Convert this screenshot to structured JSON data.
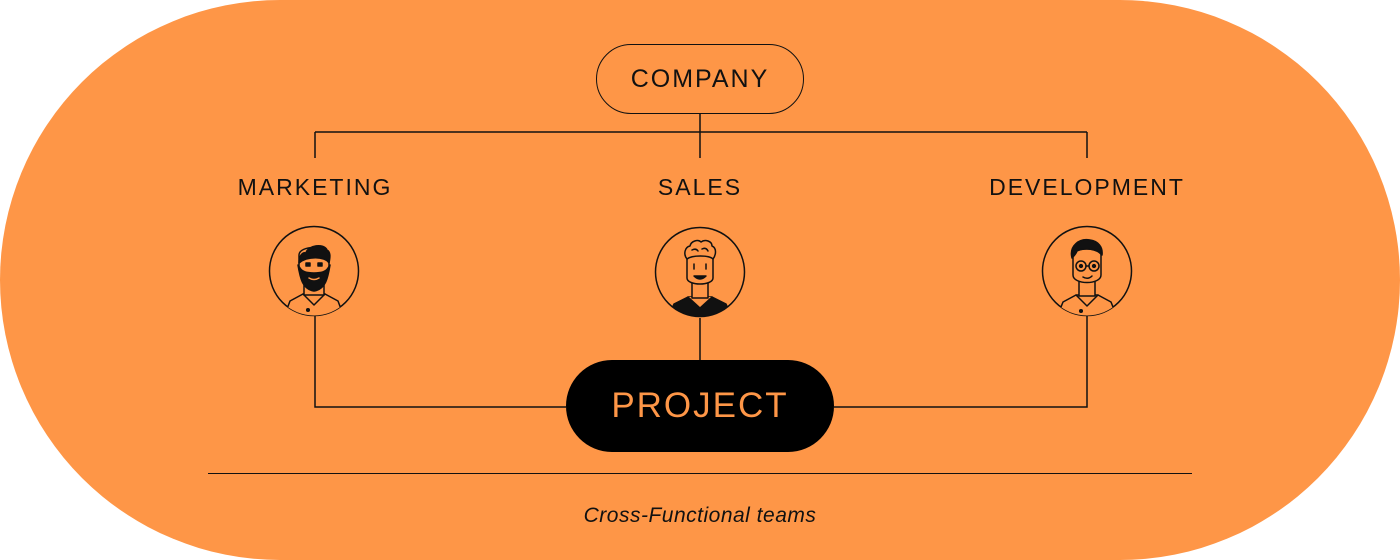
{
  "diagram": {
    "root": {
      "label": "COMPANY"
    },
    "departments": [
      {
        "label": "MARKETING",
        "avatar": "bearded-man-icon"
      },
      {
        "label": "SALES",
        "avatar": "curly-hair-man-icon"
      },
      {
        "label": "DEVELOPMENT",
        "avatar": "man-with-glasses-icon"
      }
    ],
    "project": {
      "label": "PROJECT"
    },
    "caption": "Cross-Functional teams"
  },
  "colors": {
    "background": "#FE9647",
    "line": "#111111",
    "project_fill": "#000000",
    "project_text": "#FE9647"
  }
}
